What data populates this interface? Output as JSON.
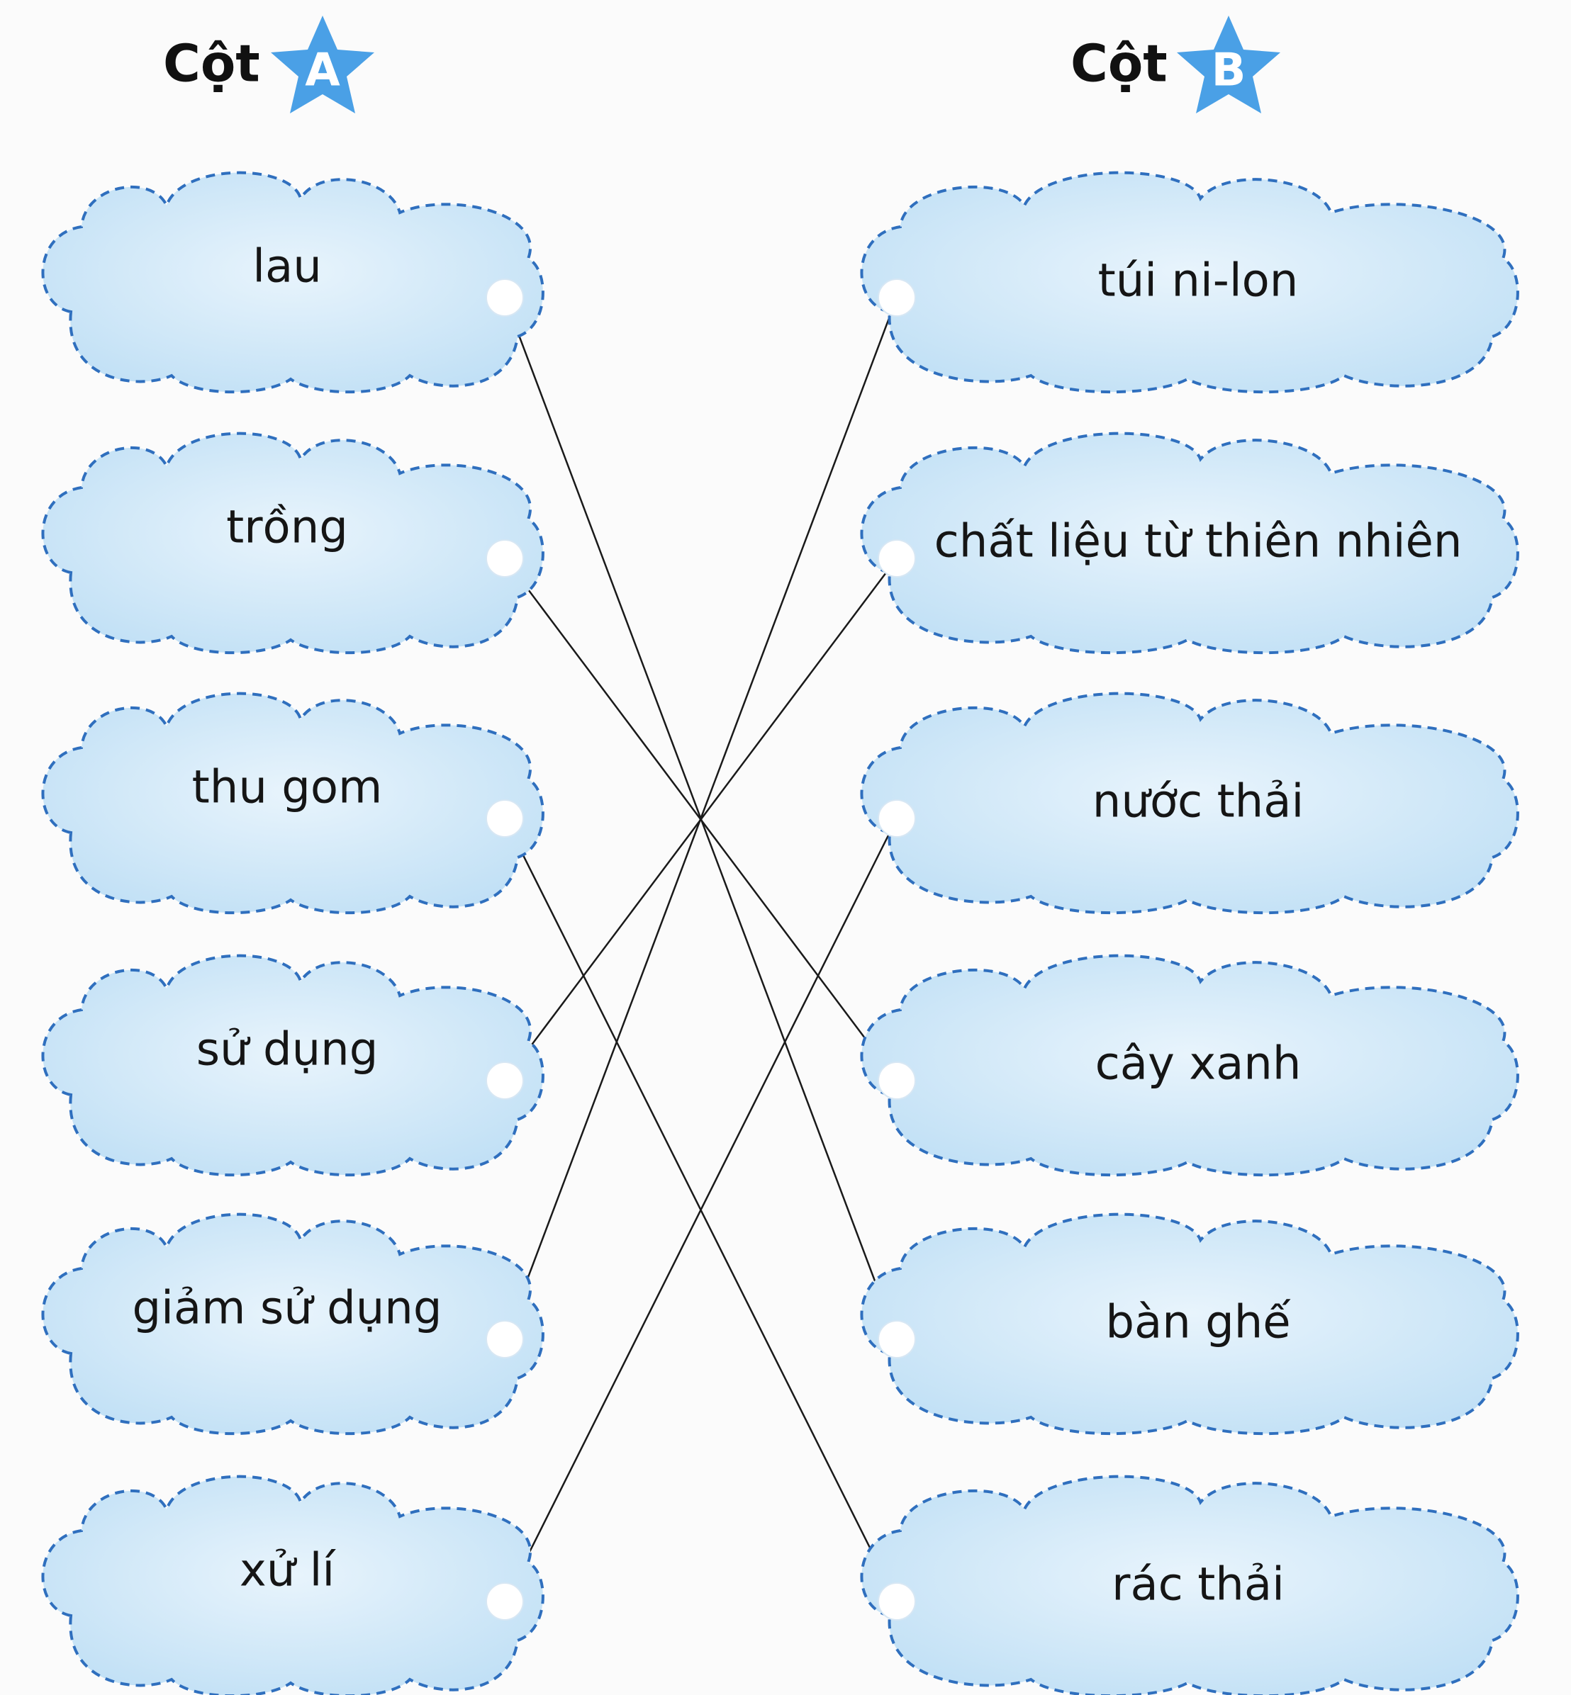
{
  "headers": {
    "col_a": {
      "word": "Cột",
      "letter": "A"
    },
    "col_b": {
      "word": "Cột",
      "letter": "B"
    }
  },
  "colors": {
    "star": "#4aa0e6",
    "cloud_fill_light": "#e8f4fc",
    "cloud_fill_dark": "#bfdff5",
    "cloud_border": "#2f6fbe",
    "connector": "#1a1a1a"
  },
  "column_a": [
    "lau",
    "trồng",
    "thu gom",
    "sử dụng",
    "giảm sử dụng",
    "xử lí"
  ],
  "column_b": [
    "túi ni-lon",
    "chất liệu từ thiên nhiên",
    "nước thải",
    "cây xanh",
    "bàn ghế",
    "rác thải"
  ],
  "connections": [
    [
      0,
      4
    ],
    [
      1,
      3
    ],
    [
      2,
      5
    ],
    [
      3,
      1
    ],
    [
      4,
      0
    ],
    [
      5,
      2
    ]
  ]
}
